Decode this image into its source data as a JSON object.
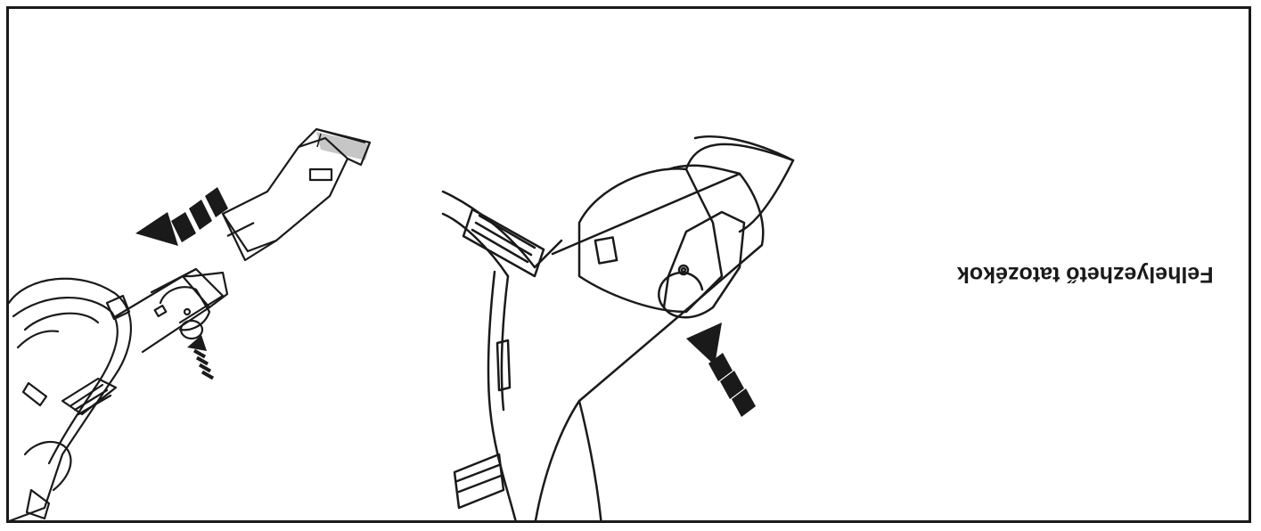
{
  "caption": {
    "text": "Felhelyezhető tatozékok",
    "orientation": "upside-down"
  },
  "colors": {
    "line": "#1a1a1a",
    "background": "#ffffff",
    "fill": "#1a1a1a"
  },
  "illustrations": [
    {
      "name": "overview-illustration",
      "subject": "vacuum-with-crevice-tool"
    },
    {
      "name": "detail-illustration",
      "subject": "attachment-release-button-closeup"
    }
  ]
}
